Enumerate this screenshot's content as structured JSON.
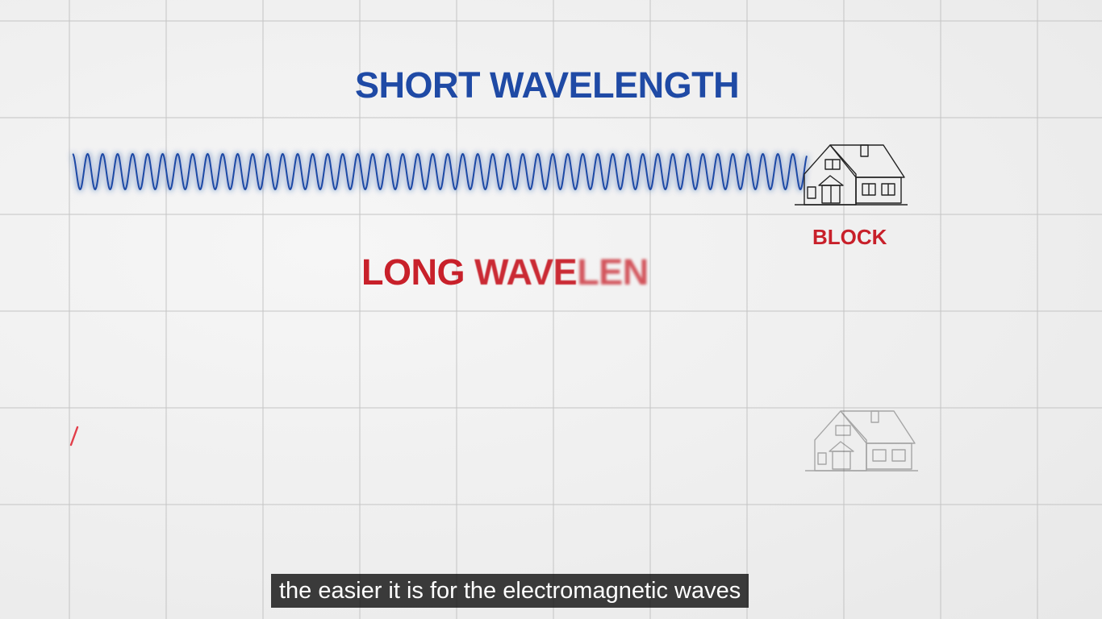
{
  "headings": {
    "short": "SHORT WAVELENGTH",
    "long_part1": "LONG ",
    "long_part2": "WAVE",
    "long_part3": "LEN"
  },
  "labels": {
    "block": "BLOCK"
  },
  "subtitle": {
    "text": "the easier it is for the electromagnetic waves"
  },
  "icons": {
    "house": "house-outline-icon",
    "mark": "red-stroke-mark"
  },
  "colors": {
    "short_wave": "#1f4aa5",
    "long_wave": "#c8202a",
    "grid": "#c4c4c4",
    "subtitle_bg": "#080808"
  }
}
